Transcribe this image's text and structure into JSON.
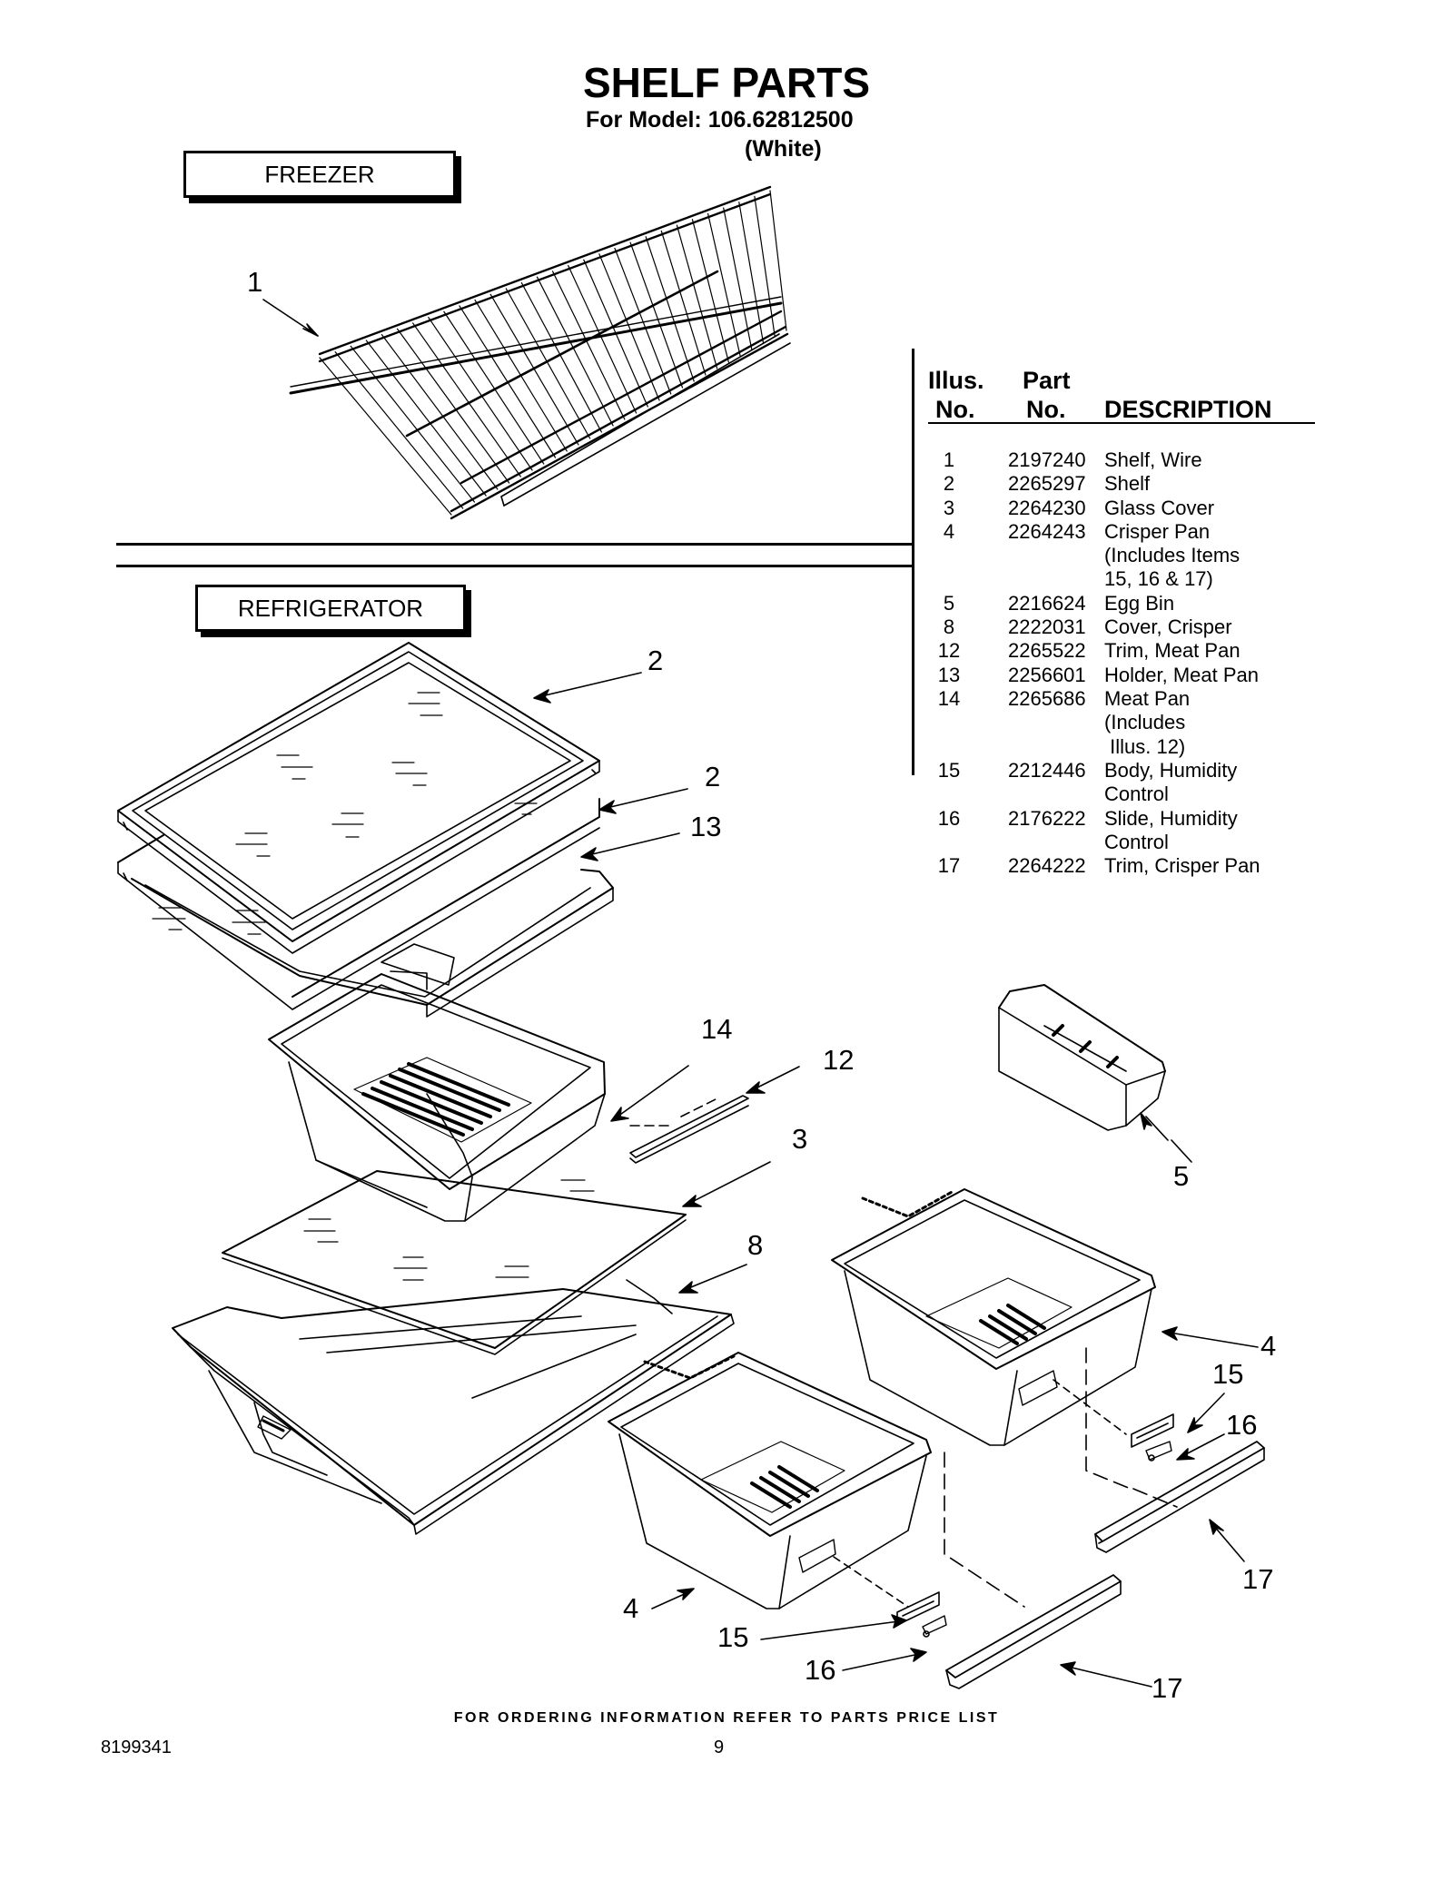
{
  "header": {
    "title": "SHELF PARTS",
    "model_line": "For Model: 106.62812500",
    "color_line": "(White)"
  },
  "sections": {
    "freezer": "FREEZER",
    "refrigerator": "REFRIGERATOR"
  },
  "parts_table": {
    "headers": {
      "illus_line1": "Illus.",
      "illus_line2": "No.",
      "part_line1": "Part",
      "part_line2": "No.",
      "description": "DESCRIPTION"
    },
    "rows": [
      {
        "illus": "1",
        "part": "2197240",
        "desc": [
          "Shelf, Wire"
        ]
      },
      {
        "illus": "2",
        "part": "2265297",
        "desc": [
          "Shelf"
        ]
      },
      {
        "illus": "3",
        "part": "2264230",
        "desc": [
          "Glass Cover"
        ]
      },
      {
        "illus": "4",
        "part": "2264243",
        "desc": [
          "Crisper Pan",
          "(Includes Items",
          "15, 16 & 17)"
        ]
      },
      {
        "illus": "5",
        "part": "2216624",
        "desc": [
          "Egg Bin"
        ]
      },
      {
        "illus": "8",
        "part": "2222031",
        "desc": [
          "Cover, Crisper"
        ]
      },
      {
        "illus": "12",
        "part": "2265522",
        "desc": [
          "Trim, Meat Pan"
        ]
      },
      {
        "illus": "13",
        "part": "2256601",
        "desc": [
          "Holder, Meat Pan"
        ]
      },
      {
        "illus": "14",
        "part": "2265686",
        "desc": [
          "Meat Pan",
          "(Includes",
          " Illus. 12)"
        ]
      },
      {
        "illus": "15",
        "part": "2212446",
        "desc": [
          "Body, Humidity",
          "Control"
        ]
      },
      {
        "illus": "16",
        "part": "2176222",
        "desc": [
          "Slide, Humidity",
          "Control"
        ]
      },
      {
        "illus": "17",
        "part": "2264222",
        "desc": [
          "Trim, Crisper Pan"
        ]
      }
    ]
  },
  "callouts": {
    "c1": "1",
    "c2a": "2",
    "c2b": "2",
    "c13": "13",
    "c14": "14",
    "c12": "12",
    "c3": "3",
    "c5": "5",
    "c8": "8",
    "c4a": "4",
    "c15a": "15",
    "c16a": "16",
    "c17a": "17",
    "c4b": "4",
    "c15b": "15",
    "c16b": "16",
    "c17b": "17"
  },
  "footer": {
    "note": "FOR ORDERING INFORMATION REFER TO PARTS PRICE LIST",
    "doc_number": "8199341",
    "page": "9"
  }
}
